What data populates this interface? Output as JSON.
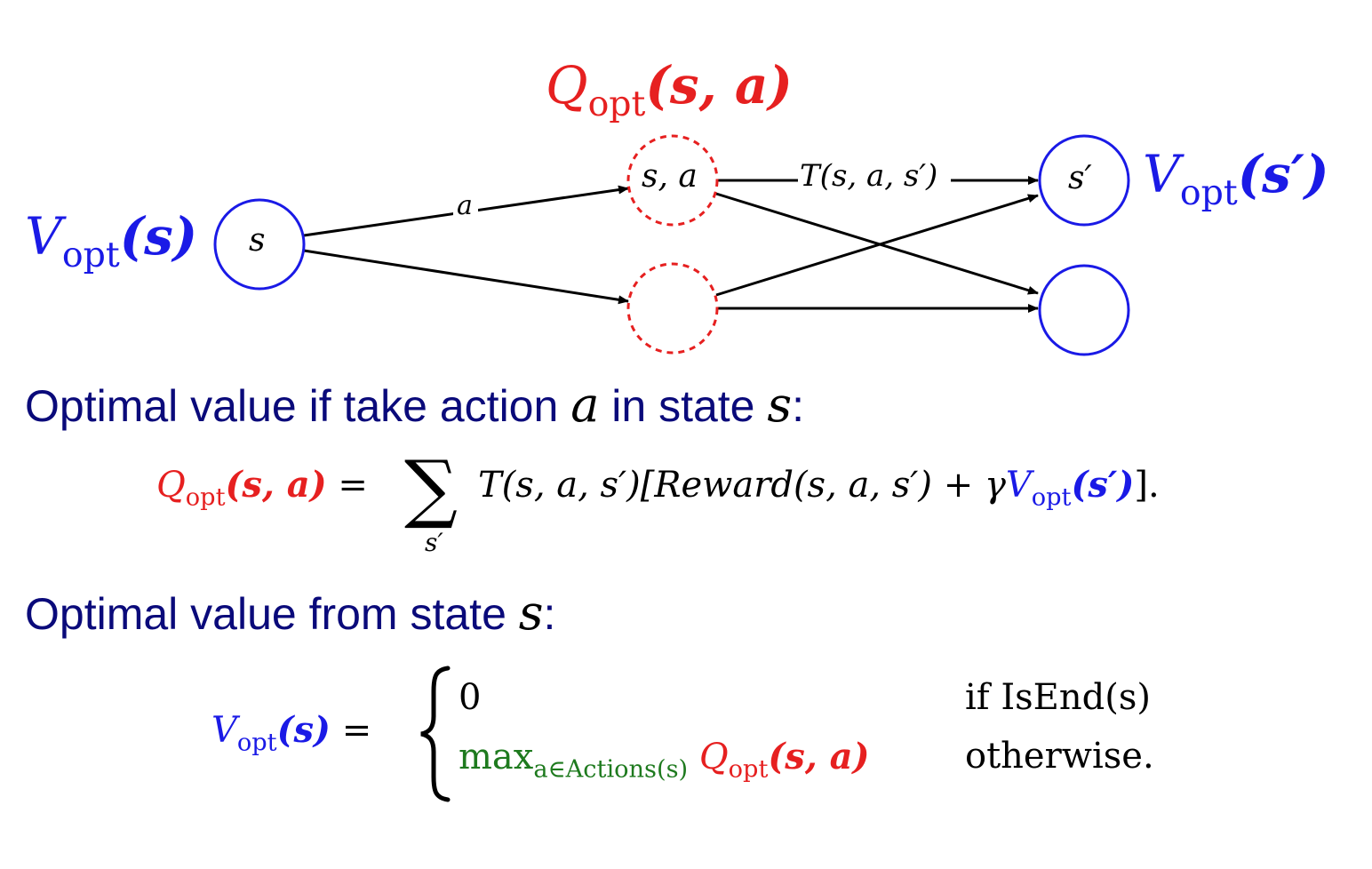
{
  "diagram": {
    "nodes": {
      "state_s": "s",
      "chance_sa": "s, a",
      "next_state": "s′"
    },
    "edge_labels": {
      "action": "a",
      "transition": "T(s, a, s′)"
    },
    "labels": {
      "q_symbol": "Q",
      "v_symbol": "V",
      "sub": "opt",
      "q_args": "(s, a)",
      "v_args": "(s)",
      "v_next_args": "(s′)"
    },
    "colors": {
      "v_color": "#1a1ae6",
      "q_color": "#e62020",
      "max_color": "#1e7a1e",
      "heading_color": "#0a0a7a"
    }
  },
  "text": {
    "heading_q_pre": "Optimal value if take action ",
    "heading_q_var_a": "a",
    "heading_q_mid": " in state ",
    "heading_q_var_s": "s",
    "heading_q_end": ":",
    "heading_v_pre": "Optimal value from state ",
    "heading_v_var_s": "s",
    "heading_v_end": ":"
  },
  "equations": {
    "q_eq": {
      "equals": "=",
      "sum": "∑",
      "sum_sub": "s′",
      "body": "T(s, a, s′)[Reward(s, a, s′) + γ",
      "tail": "]."
    },
    "v_eq": {
      "equals": "=",
      "case1_value": "0",
      "case1_cond": "if IsEnd(s)",
      "case2_max": "max",
      "case2_max_sub": "a∈Actions(s)",
      "case2_cond": "otherwise."
    }
  }
}
